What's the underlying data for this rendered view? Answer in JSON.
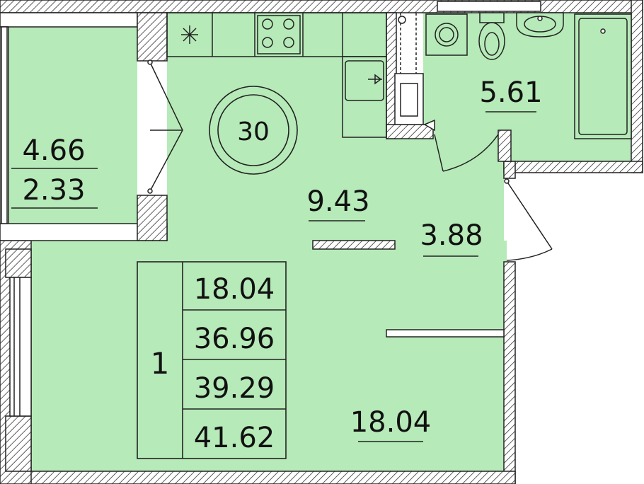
{
  "apartment": {
    "unit_number": "30",
    "rooms_count": "1",
    "areas_table": [
      "18.04",
      "36.96",
      "39.29",
      "41.62"
    ]
  },
  "rooms": {
    "balcony_area": "4.66",
    "balcony_area_reduced": "2.33",
    "kitchen_area": "9.43",
    "hall_area": "3.88",
    "bathroom_area": "5.61",
    "living_room_area": "18.04"
  },
  "colors": {
    "room_fill": "#b6eab8",
    "wall_fill": "#ffffff",
    "wall_stroke": "#222222",
    "hatch": "#333333"
  }
}
